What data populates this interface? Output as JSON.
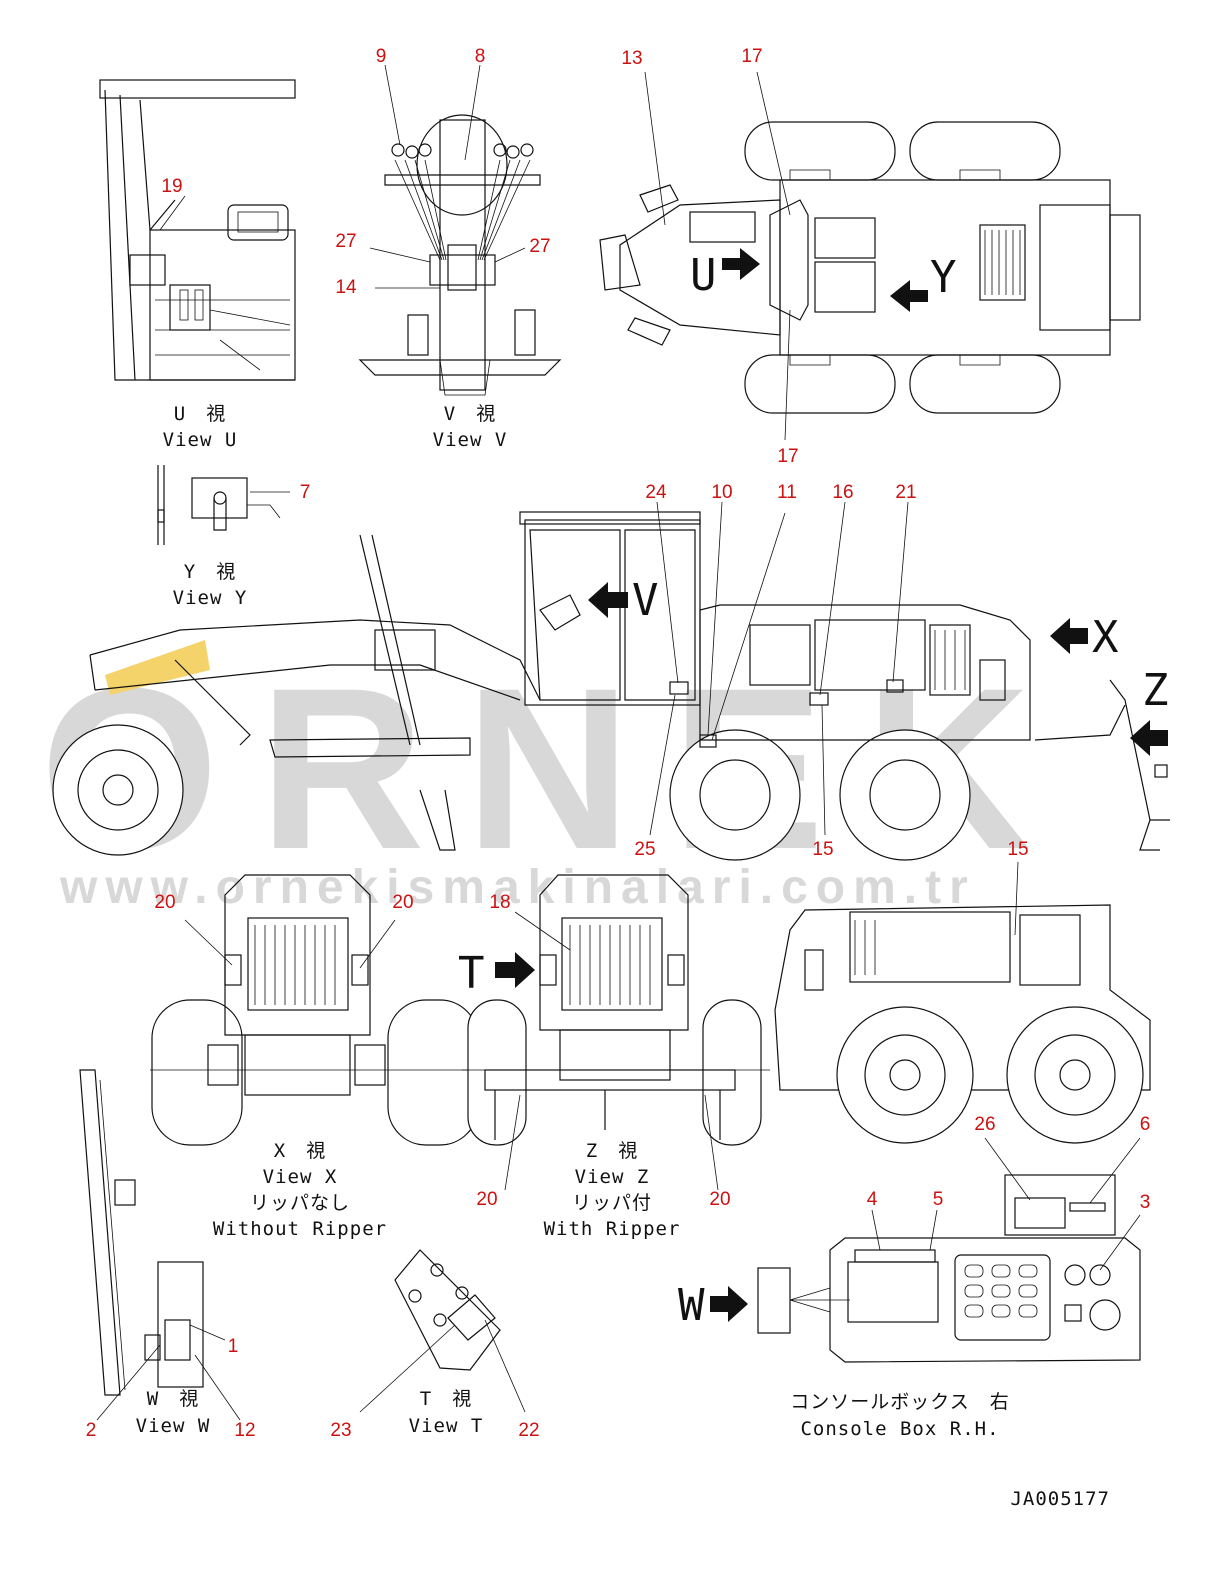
{
  "watermark": {
    "brand": "ORNEK",
    "url": "www.ornekismakinalari.com.tr"
  },
  "views": {
    "u": {
      "jp": "U　視",
      "en": "View U"
    },
    "v": {
      "jp": "V　視",
      "en": "View V"
    },
    "y": {
      "jp": "Y　視",
      "en": "View Y"
    },
    "x": {
      "jp": "X　視",
      "en": "View X",
      "jp2": "リッパなし",
      "en2": "Without Ripper"
    },
    "z": {
      "jp": "Z　視",
      "en": "View Z",
      "jp2": "リッパ付",
      "en2": "With Ripper"
    },
    "w": {
      "jp": "W　視",
      "en": "View W"
    },
    "t": {
      "jp": "T　視",
      "en": "View T"
    },
    "console": {
      "jp": "コンソールボックス　右",
      "en": "Console Box R.H."
    }
  },
  "view_arrows": {
    "u": "U",
    "y": "Y",
    "v": "V",
    "x": "X",
    "z": "Z",
    "t": "T",
    "w": "W"
  },
  "callouts": {
    "c1": "1",
    "c2": "2",
    "c3": "3",
    "c4": "4",
    "c5": "5",
    "c6": "6",
    "c7": "7",
    "c8": "8",
    "c9": "9",
    "c10": "10",
    "c11": "11",
    "c12": "12",
    "c13": "13",
    "c14": "14",
    "c15a": "15",
    "c15b": "15",
    "c16": "16",
    "c17a": "17",
    "c17b": "17",
    "c18": "18",
    "c19": "19",
    "c20a": "20",
    "c20b": "20",
    "c20c": "20",
    "c20d": "20",
    "c21": "21",
    "c22": "22",
    "c23": "23",
    "c24": "24",
    "c25": "25",
    "c26": "26",
    "c27a": "27",
    "c27b": "27"
  },
  "drawing_number": "JA005177",
  "colors": {
    "callout": "#cc1111",
    "line": "#111111",
    "watermark": "#d8d8d8",
    "accent_yellow": "#f5d36b"
  }
}
